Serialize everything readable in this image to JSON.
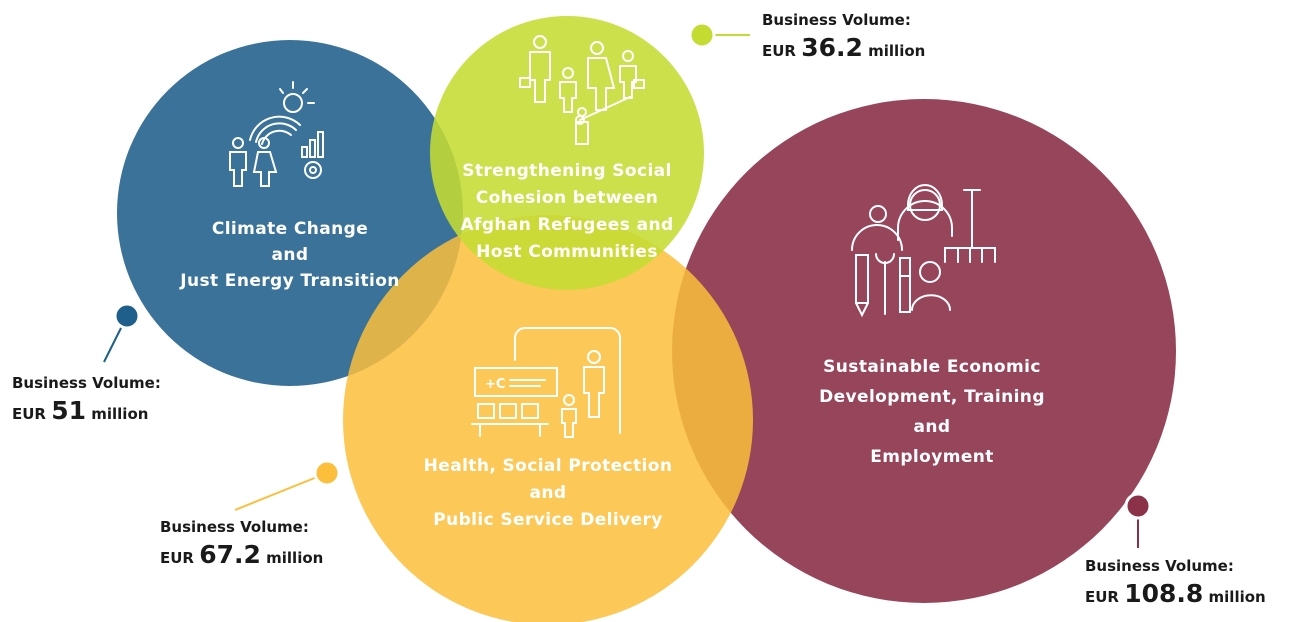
{
  "colors": {
    "climate": "#1f5f8b",
    "social_cohesion": "#c4dc32",
    "economic": "#8b3148",
    "health": "#fcbf3c"
  },
  "areas": {
    "climate": {
      "label_lines": [
        "Climate Change",
        "and",
        "Just Energy Transition"
      ],
      "icon": "people-sun-rainbow-gear-icon",
      "volume": {
        "label": "Business Volume:",
        "prefix": "EUR",
        "amount": "51",
        "suffix": "million"
      }
    },
    "social_cohesion": {
      "label_lines": [
        "Strengthening Social",
        "Cohesion between",
        "Afghan Refugees and",
        "Host Communities"
      ],
      "icon": "refugee-family-barrier-icon",
      "volume": {
        "label": "Business Volume:",
        "prefix": "EUR",
        "amount": "36.2",
        "suffix": "million"
      }
    },
    "health": {
      "label_lines": [
        "Health, Social Protection",
        "and",
        "Public Service Delivery"
      ],
      "icon": "clinic-waiting-room-icon",
      "volume": {
        "label": "Business Volume:",
        "prefix": "EUR",
        "amount": "67.2",
        "suffix": "million"
      }
    },
    "economic": {
      "label_lines": [
        "Sustainable Economic",
        "Development, Training",
        "and",
        "Employment"
      ],
      "icon": "workers-tools-icon",
      "volume": {
        "label": "Business Volume:",
        "prefix": "EUR",
        "amount": "108.8",
        "suffix": "million"
      }
    }
  }
}
